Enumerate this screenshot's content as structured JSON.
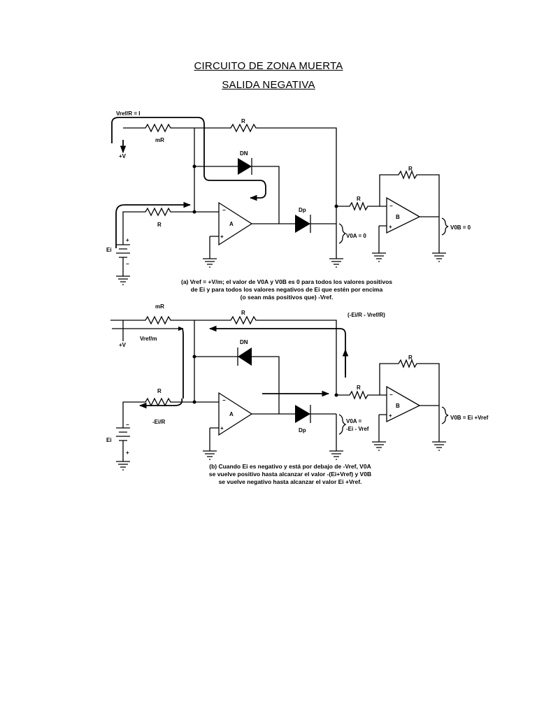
{
  "document": {
    "title": "CIRCUITO DE ZONA MUERTA",
    "subtitle": "SALIDA NEGATIVA"
  },
  "circuit_a": {
    "vref_current": "Vref/R = I",
    "plus_v": "+V",
    "mR": "mR",
    "R_top": "R",
    "R_in": "R",
    "DN": "DN",
    "Dp": "Dp",
    "A": "A",
    "B": "B",
    "R_fb": "R",
    "R_b_in": "R",
    "Ei": "Ei",
    "v0a": "V0A = 0",
    "v0b": "V0B = 0",
    "caption_1": "(a) Vref = +V/m; el valor de V0A y V0B es 0 para todos los valores positivos",
    "caption_2": "de Ei y para todos los valores negativos de Ei que estén por encima",
    "caption_3": "(o sean más positivos que) -Vref."
  },
  "circuit_b": {
    "mR": "mR",
    "R_top": "R",
    "plus_v": "+V",
    "vref_m": "Vref/m",
    "current_label": "(-Ei/R - Vref/R)",
    "DN": "DN",
    "Dp": "Dp",
    "A": "A",
    "B": "B",
    "R_in": "R",
    "R_fb": "R",
    "R_b_in": "R",
    "ei_r": "-Ei/R",
    "Ei": "Ei",
    "v0a_1": "V0A =",
    "v0a_2": "-Ei - Vref",
    "v0b": "V0B = Ei +Vref",
    "caption_1": "(b) Cuando Ei es negativo y está por debajo de -Vref, V0A",
    "caption_2": "se vuelve positivo hasta alcanzar el valor -(Ei+Vref) y V0B",
    "caption_3": "se vuelve negativo hasta alcanzar el valor Ei +Vref."
  }
}
